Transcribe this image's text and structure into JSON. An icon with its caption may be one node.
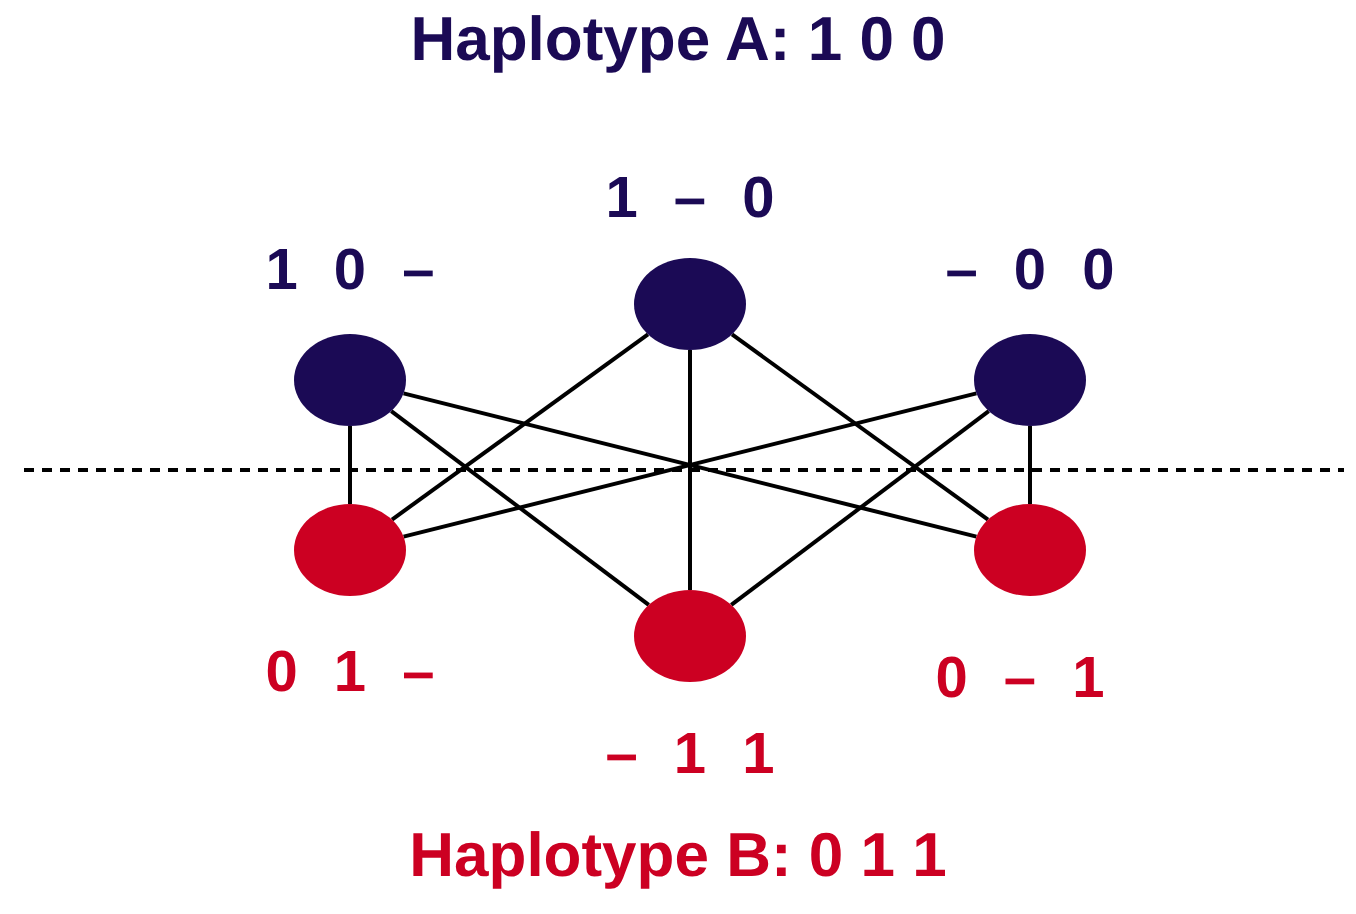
{
  "diagram": {
    "title": "Haplotype A: 1 0 0",
    "caption": "Haplotype B: 0 1 1",
    "nodes": [
      {
        "text": [],
        "shape": "circle",
        "beside": [
          "1 0 –"
        ]
      },
      {
        "text": [],
        "shape": "circle",
        "beside": [
          "1 – 0"
        ]
      },
      {
        "text": [],
        "shape": "circle",
        "beside": [
          "– 0 0"
        ]
      },
      {
        "text": [],
        "shape": "circle",
        "beside": [
          "0 1 –"
        ]
      },
      {
        "text": [],
        "shape": "circle",
        "beside": [
          "– 1 1"
        ]
      },
      {
        "text": [],
        "shape": "circle",
        "beside": [
          "0 – 1"
        ]
      }
    ],
    "edges": [
      {
        "from": 0,
        "to": 3,
        "arrow": "none"
      },
      {
        "from": 0,
        "to": 4,
        "arrow": "none"
      },
      {
        "from": 0,
        "to": 5,
        "arrow": "none"
      },
      {
        "from": 1,
        "to": 3,
        "arrow": "none"
      },
      {
        "from": 1,
        "to": 4,
        "arrow": "none"
      },
      {
        "from": 1,
        "to": 5,
        "arrow": "none"
      },
      {
        "from": 2,
        "to": 3,
        "arrow": "none"
      },
      {
        "from": 2,
        "to": 4,
        "arrow": "none"
      },
      {
        "from": 2,
        "to": 5,
        "arrow": "none"
      }
    ]
  }
}
